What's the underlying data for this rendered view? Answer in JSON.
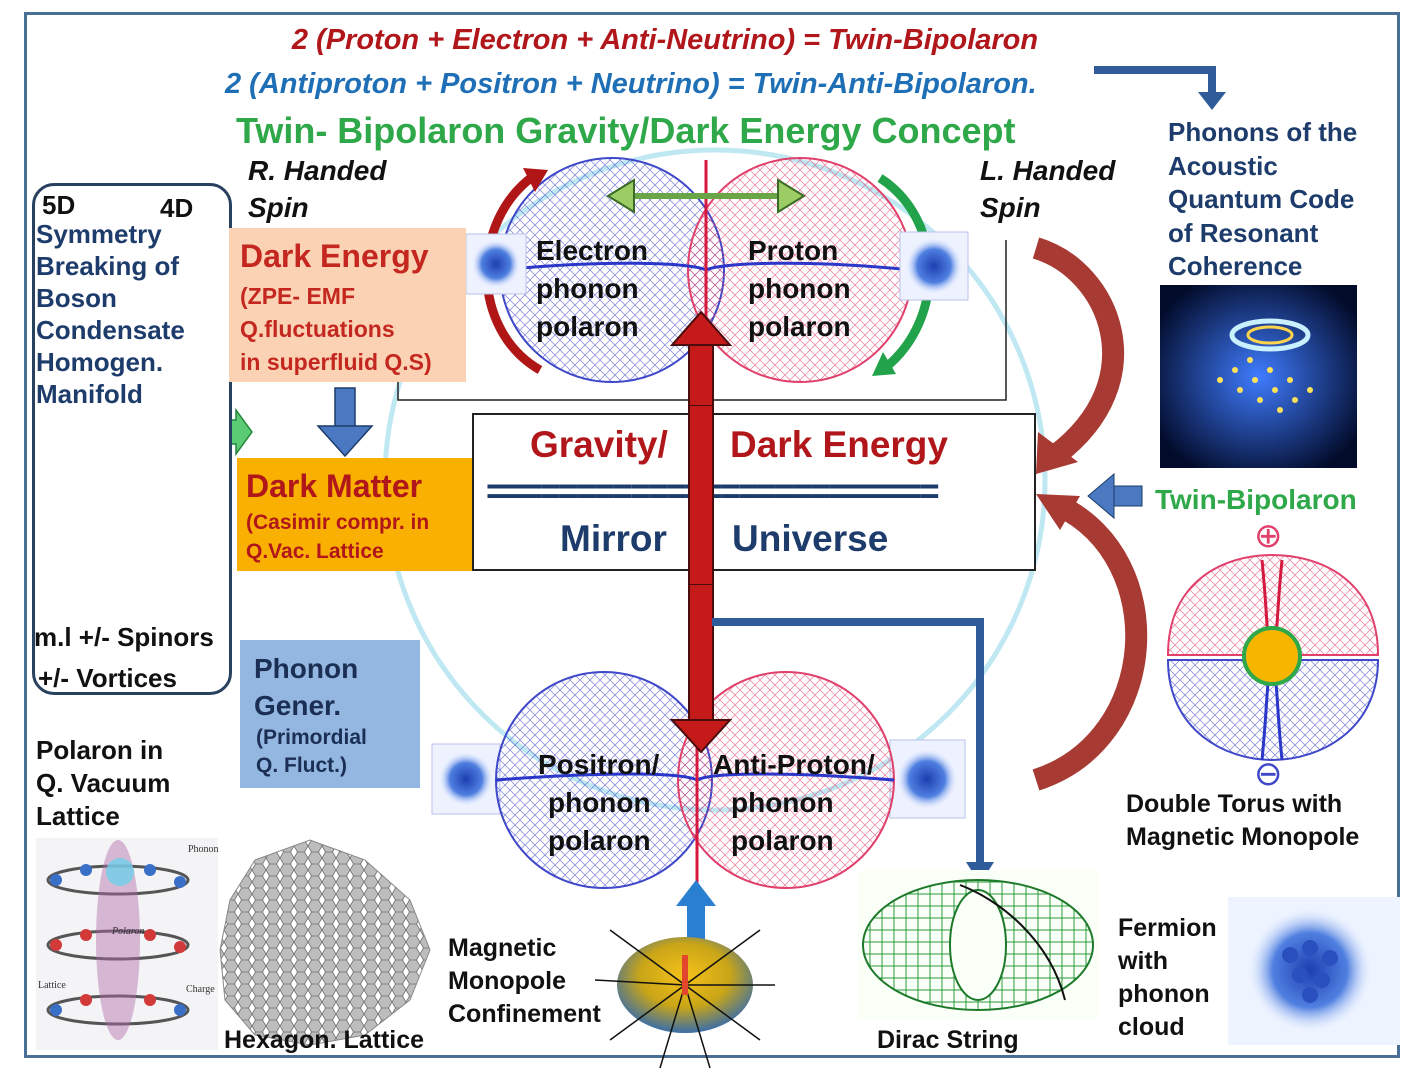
{
  "header": {
    "equation_1": "2 (Proton + Electron + Anti-Neutrino) = Twin-Bipolaron",
    "equation_2": "2 (Antiproton + Positron + Neutrino) = Twin-Anti-Bipolaron.",
    "title": "Twin- Bipolaron Gravity/Dark Energy Concept"
  },
  "spin": {
    "right_line1": "R. Handed",
    "right_line2": "Spin",
    "left_line1": "L. Handed",
    "left_line2": "Spin"
  },
  "left_panel": {
    "from_dim": "5D",
    "to_dim": "4D",
    "lines": [
      "Symmetry",
      "Breaking of",
      "Boson",
      "Condensate",
      "Homogen.",
      "Manifold"
    ],
    "spinors": "m.l +/- Spinors",
    "vortices": "+/- Vortices"
  },
  "dark_energy": {
    "title": "Dark Energy",
    "lines": [
      "(ZPE- EMF",
      "Q.fluctuations",
      "in superfluid Q.S)"
    ]
  },
  "dark_matter": {
    "title": "Dark Matter",
    "lines": [
      "(Casimir compr. in",
      "Q.Vac. Lattice"
    ]
  },
  "phonon_gen": {
    "lines": [
      "Phonon",
      "Gener."
    ],
    "sub": [
      "(Primordial",
      "Q. Fluct.)"
    ]
  },
  "top_polarons": {
    "left": [
      "Electron",
      "phonon",
      "polaron"
    ],
    "right": [
      "Proton",
      "phonon",
      "polaron"
    ]
  },
  "bottom_polarons": {
    "left": [
      "Positron/",
      "phonon",
      "polaron"
    ],
    "right": [
      "Anti-Proton/",
      "phonon",
      "polaron"
    ]
  },
  "center": {
    "gravity": "Gravity/",
    "dark_energy": "Dark Energy",
    "separator": "=========================",
    "mirror": "Mirror",
    "universe": "Universe"
  },
  "right_panel": {
    "phonons": [
      "Phonons of the",
      "Acoustic",
      "Quantum Code",
      "of Resonant",
      "Coherence"
    ],
    "twin_bipolaron": "Twin-Bipolaron",
    "plus": "⊕",
    "minus": "⊖",
    "double_torus": [
      "Double Torus with",
      "Magnetic Monopole"
    ]
  },
  "bottom": {
    "polaron": [
      "Polaron in",
      "Q. Vacuum",
      "Lattice"
    ],
    "hexagon": "Hexagon. Lattice",
    "monopole": [
      "Magnetic",
      "Monopole",
      "Confinement"
    ],
    "dirac": "Dirac String",
    "fermion": [
      "Fermion",
      "with",
      "phonon",
      "cloud"
    ],
    "polaron_img_labels": {
      "phonon": "Phonon",
      "polaron": "Polaron",
      "lattice": "Lattice",
      "charge": "Charge"
    }
  },
  "colors": {
    "red": "#b0161a",
    "blue": "#1f6fb6",
    "green": "#2fa84a",
    "navy": "#1d3c6b",
    "arrow_brown": "#a83a34"
  }
}
